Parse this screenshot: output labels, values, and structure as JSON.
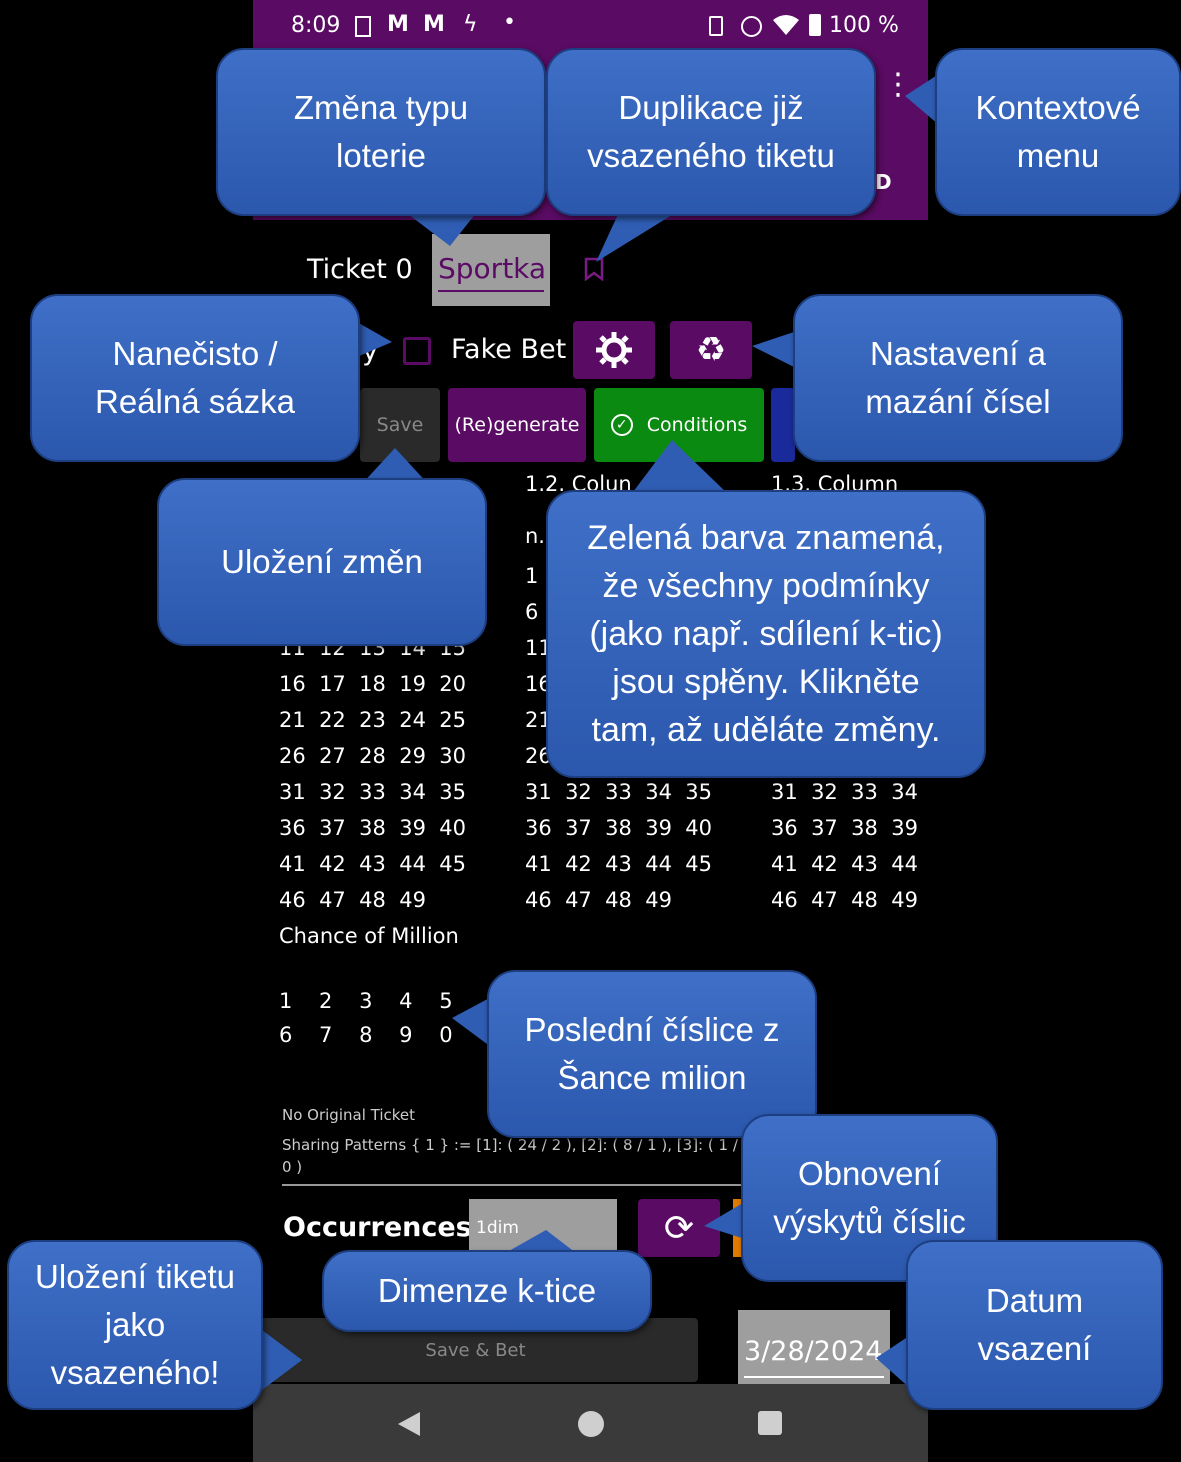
{
  "status_bar": {
    "time": "8:09",
    "battery": "100 %",
    "icons": [
      "sim-icon",
      "gmail-icon",
      "gmail-icon",
      "activity-icon",
      "dot-icon",
      "vibrate-icon",
      "dnd-icon",
      "wifi-icon",
      "battery-icon"
    ]
  },
  "app_bar": {
    "partial_text": "D",
    "menu_icon": "more-vert-icon"
  },
  "ticket": {
    "label": "Ticket 0",
    "lottery_type": "Sportka"
  },
  "toolbar": {
    "partial_label": "y",
    "fake_bet_label": "Fake Bet",
    "fake_bet_checked": false,
    "save_label": "Save",
    "regenerate_label": "(Re)generate",
    "conditions_label": "Conditions",
    "settings_icon": "gear-icon",
    "recycle_icon": "recycle-icon"
  },
  "columns": {
    "col2_header": "1.2. Colun",
    "col3_header": "1.3. Column",
    "col2_partial": "n.",
    "col1_rows": [
      "11  12  13  14  15",
      "16  17  18  19  20",
      "21  22  23  24  25",
      "26  27  28  29  30",
      "31  32  33  34  35",
      "36  37  38  39  40",
      "41  42  43  44  45",
      "46  47  48  49"
    ],
    "col2_rows": [
      "1",
      "6",
      "11",
      "16",
      "21",
      "26",
      "31  32  33  34  35",
      "36  37  38  39  40",
      "41  42  43  44  45",
      "46  47  48  49"
    ],
    "col3_rows": [
      "31  32  33  34",
      "36  37  38  39",
      "41  42  43  44",
      "46  47  48  49"
    ]
  },
  "chance": {
    "title": "Chance of Million",
    "row1": "1    2    3    4    5",
    "row2": "6    7    8    9    0"
  },
  "info": {
    "original": "No Original Ticket",
    "sharing_line1": "Sharing Patterns { 1 } := [1]: ( 24 / 2 ), [2]: ( 8 / 1 ), [3]: ( 1 / 0 ),",
    "sharing_line2": "0 )"
  },
  "occurrences": {
    "label": "Occurrences",
    "dimension": "1dim",
    "refresh_icon": "refresh-icon"
  },
  "bottom": {
    "save_bet_label": "Save & Bet",
    "date": "3/28/2024"
  },
  "nav": {
    "back_icon": "back-icon",
    "home_icon": "home-icon",
    "recents_icon": "recents-icon"
  },
  "callouts": {
    "lottery_type": "Změna typu\nloterie",
    "duplicate": "Duplikace již\nvsazeného tiketu",
    "context_menu": "Kontextové\nmenu",
    "fake_real": "Nanečisto /\nReálná sázka",
    "settings_delete": "Nastavení a\nmazání čísel",
    "save_changes": "Uložení změn",
    "conditions": "Zelená barva znamená,\nže všechny podmínky\n(jako např. sdílení k-tic)\njsou spłěny. Klikněte\ntam, až uděláte změny.",
    "last_digit": "Poslední číslice z\nŠance milion",
    "refresh_occ": "Obnovení\nvýskytů číslic",
    "save_ticket": "Uložení tiketu\njako\nvsazeného!",
    "dimension": "Dimenze k-tice",
    "bet_date": "Datum\nvsazení"
  },
  "colors": {
    "purple": "#5a0b63",
    "green": "#0a8a10",
    "callout_blue": "#3562b9",
    "dark_btn": "#2a2a2a"
  }
}
